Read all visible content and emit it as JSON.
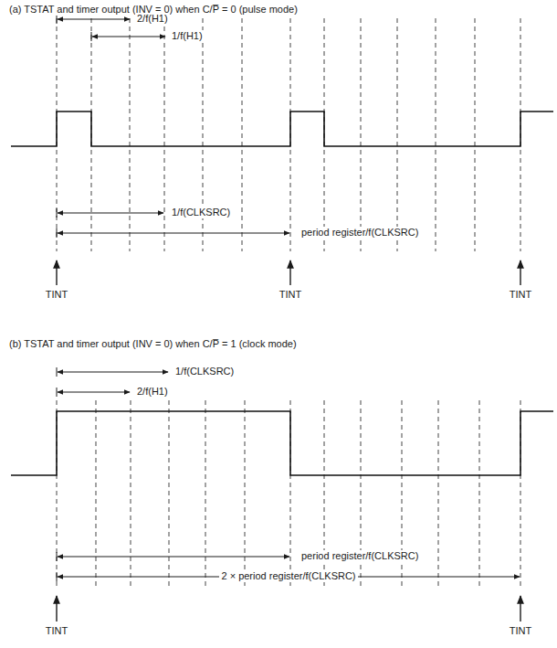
{
  "diagram": {
    "labels": [
      "(a) TSTAT and timer output (INV = 0) when C/P̅ = 0 (pulse mode)",
      "2/f(H1)",
      "1/f(H1)",
      "1/f(CLKSRC)",
      "period register/f(CLKSRC)",
      "TINT",
      "TINT",
      "TINT",
      "(b) TSTAT and timer output (INV = 0) when C/P̅ = 1 (clock mode)",
      "1/f(CLKSRC)",
      "2/f(H1)",
      "period register/f(CLKSRC)",
      "2 × period register/f(CLKSRC)",
      "TINT",
      "TINT"
    ]
  }
}
